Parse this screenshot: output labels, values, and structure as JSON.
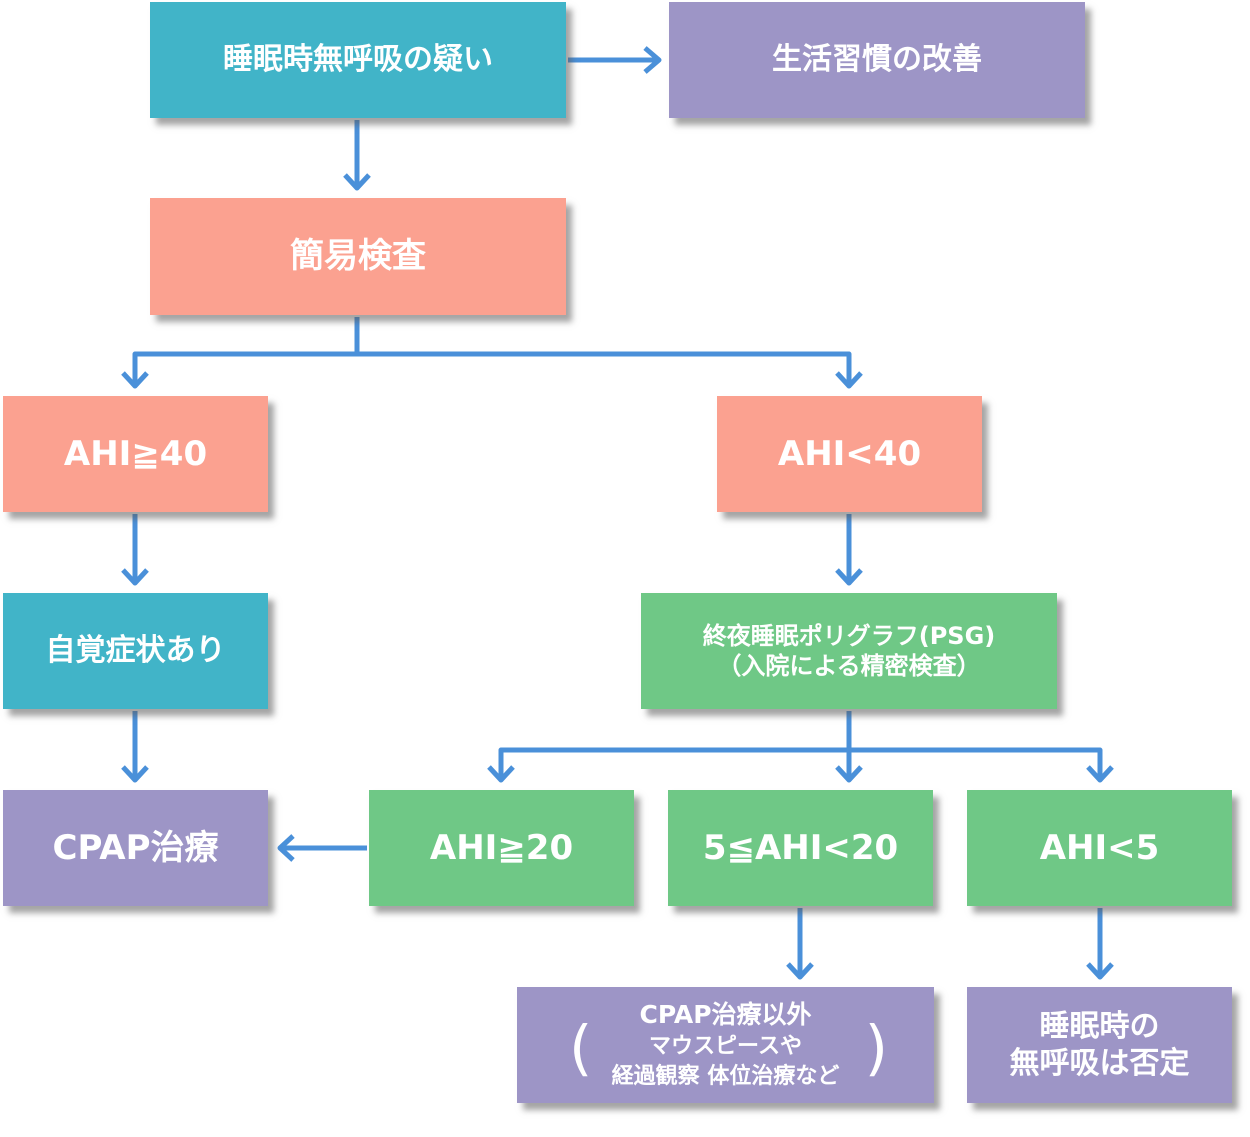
{
  "colors": {
    "teal": "#41B4C8",
    "purple": "#9D95C6",
    "salmon": "#FBA190",
    "green": "#6FC886",
    "arrow": "#4A90D9"
  },
  "nodes": {
    "suspicion": "睡眠時無呼吸の疑い",
    "lifestyle": "生活習慣の改善",
    "simple_test": "簡易検査",
    "ahi_ge40": "AHI≧40",
    "ahi_lt40": "AHI<40",
    "symptoms": "自覚症状あり",
    "psg_line1": "終夜睡眠ポリグラフ(PSG)",
    "psg_line2": "（入院による精密検査）",
    "cpap": "CPAP治療",
    "ahi_ge20": "AHI≧20",
    "ahi_5_20": "5≦AHI<20",
    "ahi_lt5": "AHI<5",
    "other_line1": "CPAP治療以外",
    "other_line2": "マウスピースや",
    "other_line3": "経過観察 体位治療など",
    "other_paren_open": "(",
    "other_paren_close": ")",
    "denied_line1": "睡眠時の",
    "denied_line2": "無呼吸は否定"
  }
}
